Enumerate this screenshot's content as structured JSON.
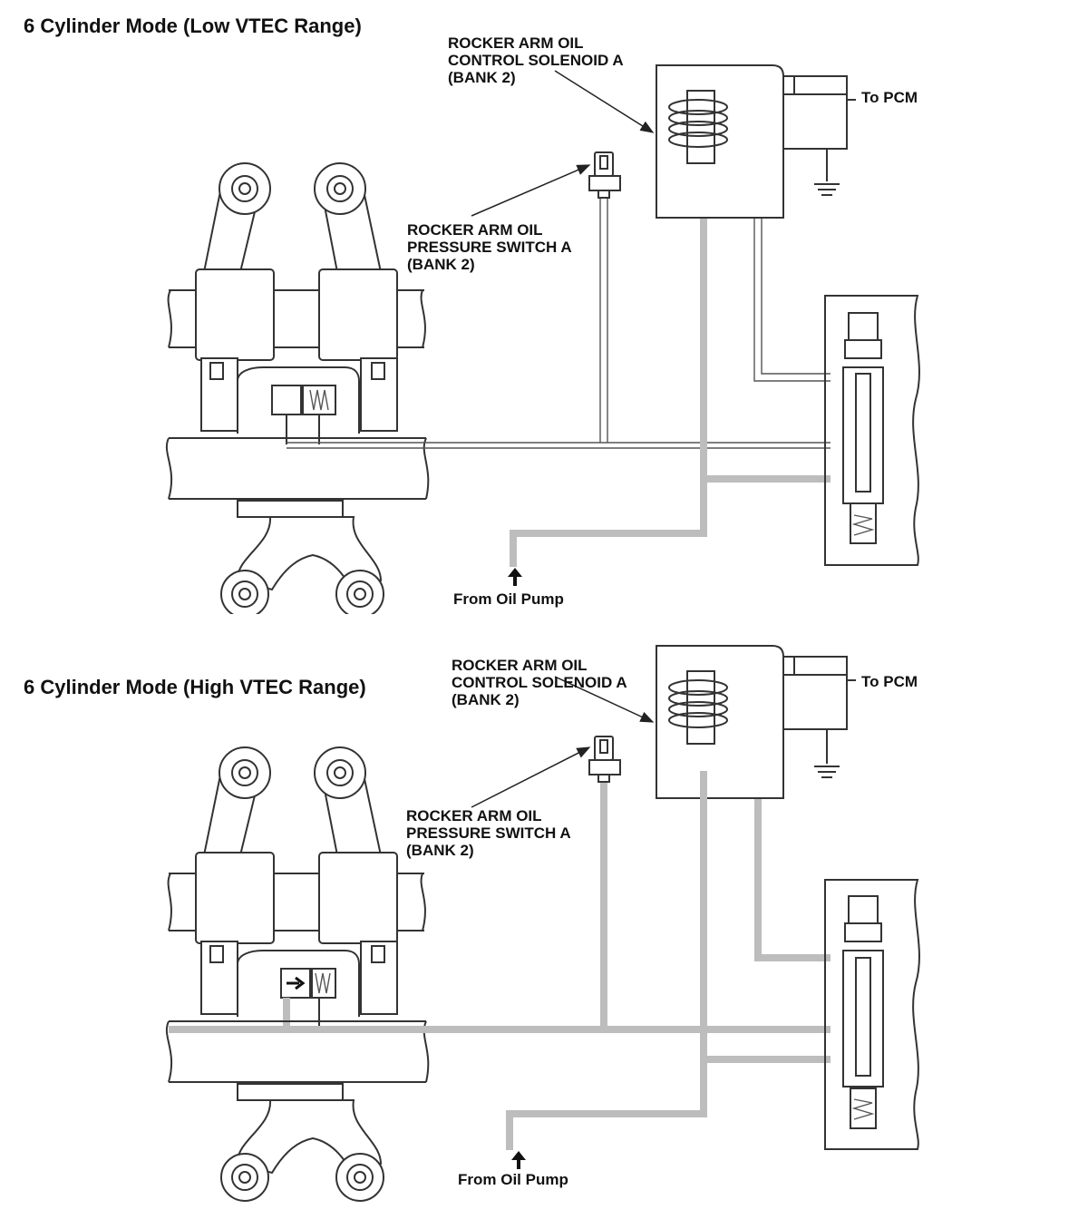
{
  "panels": [
    {
      "title": "6 Cylinder Mode (Low VTEC Range)",
      "solenoid_label": [
        "ROCKER ARM OIL",
        "CONTROL SOLENOID A",
        "(BANK 2)"
      ],
      "switch_label": [
        "ROCKER ARM OIL",
        "PRESSURE SWITCH A",
        "(BANK 2)"
      ],
      "pcm_label": "To PCM",
      "pump_label": "From Oil Pump"
    },
    {
      "title": "6 Cylinder Mode (High VTEC Range)",
      "solenoid_label": [
        "ROCKER ARM OIL",
        "CONTROL SOLENOID A",
        "(BANK 2)"
      ],
      "switch_label": [
        "ROCKER ARM OIL",
        "PRESSURE SWITCH A",
        "(BANK 2)"
      ],
      "pcm_label": "To PCM",
      "pump_label": "From Oil Pump"
    }
  ],
  "colors": {
    "oil": "#bdbdbd",
    "outline": "#333333"
  }
}
